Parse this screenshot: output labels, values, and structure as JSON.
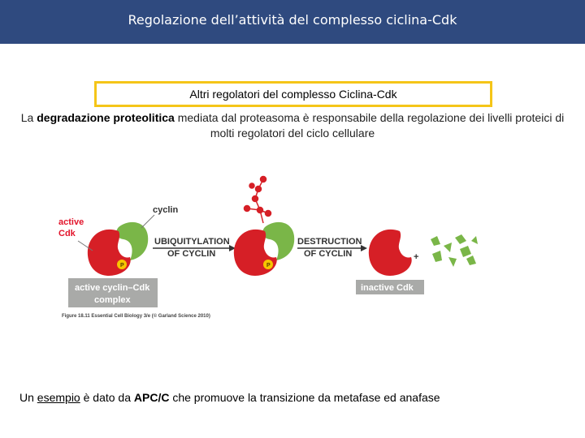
{
  "header": {
    "title": "Regolazione dell’attività del complesso ciclina-Cdk"
  },
  "box": {
    "text": "Altri regolatori del complesso Ciclina-Cdk"
  },
  "paragraph": {
    "part1": "La ",
    "bold": "degradazione proteolitica",
    "part2": " mediata dal proteasoma è responsabile della regolazione dei livelli proteici di molti regolatori del ciclo cellulare"
  },
  "figure": {
    "active_cdk": [
      "active",
      "Cdk"
    ],
    "cyclin": "cyclin",
    "step1": [
      "UBIQUITYLATION",
      "OF CYCLIN"
    ],
    "step2": [
      "DESTRUCTION",
      "OF CYCLIN"
    ],
    "complex": [
      "active cyclin–Cdk",
      "complex"
    ],
    "inactive": "inactive Cdk",
    "phosphate": "P",
    "plus": "+",
    "caption": "Figure 18.11 Essential Cell Biology 3/e (© Garland Science 2010)"
  },
  "footer": {
    "part1": "Un ",
    "underlined": "esempio",
    "part2": " è dato da ",
    "bold": "APC/C",
    "part3": " che promuove la transizione da  metafase ed anafase"
  },
  "colors": {
    "header": "#2f4a7f",
    "box_border": "#f5c518",
    "cdk": "#d61f26",
    "cyclin": "#7ab648",
    "label_red": "#e2142b"
  }
}
